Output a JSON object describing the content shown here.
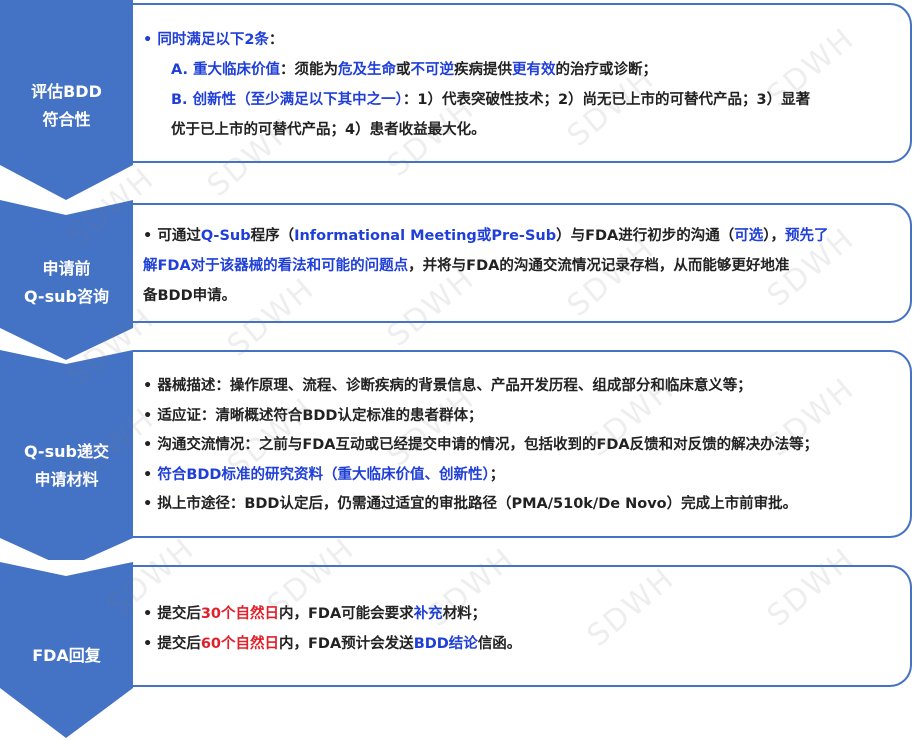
{
  "steps": [
    {
      "label_lines": [
        "评估BDD",
        "符合性"
      ],
      "lines": [
        [
          {
            "t": "• 同时满足以下2条",
            "c": "blue"
          },
          {
            "t": "："
          }
        ],
        [
          {
            "t": "A. 重大临床价值",
            "c": "blue"
          },
          {
            "t": "：须能为"
          },
          {
            "t": "危及生命",
            "c": "blue"
          },
          {
            "t": "或"
          },
          {
            "t": "不可逆",
            "c": "blue"
          },
          {
            "t": "疾病提供"
          },
          {
            "t": "更有效",
            "c": "blue"
          },
          {
            "t": "的治疗或诊断；"
          }
        ],
        [
          {
            "t": "B. 创新性（至少满足以下其中之一）",
            "c": "blue"
          },
          {
            "t": "：1）代表突破性技术；2）尚无已上市的可替代产品；3）显著"
          }
        ],
        [
          {
            "t": "优于已上市的可替代产品；4）患者收益最大化。"
          }
        ]
      ]
    },
    {
      "label_lines": [
        "申请前",
        "Q-sub咨询"
      ],
      "lines": [
        [
          {
            "t": "• 可通过"
          },
          {
            "t": "Q-Sub",
            "c": "blue"
          },
          {
            "t": "程序（"
          },
          {
            "t": "Informational Meeting或Pre-Sub",
            "c": "blue"
          },
          {
            "t": "）与FDA进行初步的沟通（"
          },
          {
            "t": "可选",
            "c": "blue"
          },
          {
            "t": "），"
          },
          {
            "t": "预先了",
            "c": "blue"
          }
        ],
        [
          {
            "t": "解FDA对于该器械的看法和可能的问题点",
            "c": "blue"
          },
          {
            "t": "，并将与FDA的沟通交流情况记录存档，从而能够更好地准"
          }
        ],
        [
          {
            "t": "备BDD申请。"
          }
        ]
      ]
    },
    {
      "label_lines": [
        "Q-sub递交",
        "申请材料"
      ],
      "lines": [
        [
          {
            "t": "• 器械描述：操作原理、流程、诊断疾病的背景信息、产品开发历程、组成部分和临床意义等；"
          }
        ],
        [
          {
            "t": "• 适应证：清晰概述符合BDD认定标准的患者群体；"
          }
        ],
        [
          {
            "t": "• 沟通交流情况：之前与FDA互动或已经提交申请的情况，包括收到的FDA反馈和对反馈的解决办法等；"
          }
        ],
        [
          {
            "t": "• "
          },
          {
            "t": "符合BDD标准的研究资料（重大临床价值、创新性）",
            "c": "blue"
          },
          {
            "t": "；"
          }
        ],
        [
          {
            "t": "• 拟上市途径：BDD认定后，仍需通过适宜的审批路径（PMA/510k/De Novo）完成上市前审批。"
          }
        ]
      ]
    },
    {
      "label_lines": [
        "FDA回复"
      ],
      "lines": [
        [
          {
            "t": "• 提交后"
          },
          {
            "t": "30个自然日",
            "c": "red"
          },
          {
            "t": "内，FDA可能会要求"
          },
          {
            "t": "补充",
            "c": "blue"
          },
          {
            "t": "材料；"
          }
        ],
        [
          {
            "t": "• 提交后"
          },
          {
            "t": "60个自然日",
            "c": "red"
          },
          {
            "t": "内，FDA预计会发送"
          },
          {
            "t": "BDD结论",
            "c": "blue"
          },
          {
            "t": "信函。"
          }
        ]
      ]
    }
  ],
  "watermark": "SDWH",
  "colors": {
    "chevron": "#4472C4",
    "border": "#4472C4",
    "highlight_blue": "#1f3fd8",
    "highlight_red": "#e0202a"
  }
}
